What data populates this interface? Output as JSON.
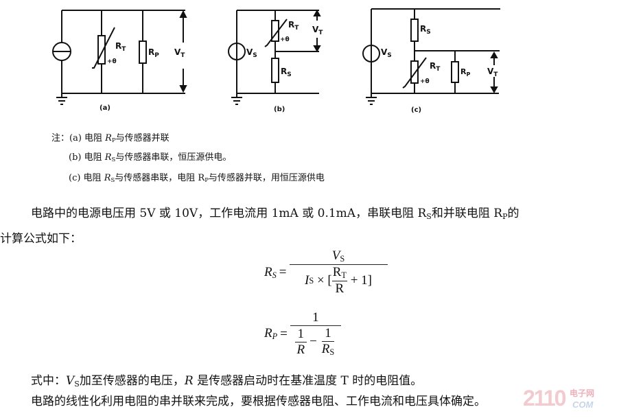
{
  "diagrams": {
    "a": {
      "caption": "(a)",
      "rt": "R",
      "rt_sub": "T",
      "theta": "+θ",
      "rp": "R",
      "rp_sub": "P",
      "vt": "V",
      "vt_sub": "T"
    },
    "b": {
      "caption": "(b)",
      "vs": "V",
      "vs_sub": "S",
      "rt": "R",
      "rt_sub": "T",
      "theta": "+θ",
      "rs": "R",
      "rs_sub": "S",
      "vt": "V",
      "vt_sub": "T"
    },
    "c": {
      "caption": "(c)",
      "vs": "V",
      "vs_sub": "S",
      "rs": "R",
      "rs_sub": "S",
      "rt": "R",
      "rt_sub": "T",
      "theta": "+θ",
      "rp": "R",
      "rp_sub": "P",
      "vt": "V",
      "vt_sub": "T"
    }
  },
  "notes": {
    "a_prefix": "注：(a) 电阻 ",
    "a_r": "R",
    "a_sub": "P",
    "a_rest": "与传感器并联",
    "b_prefix": "(b) 电阻 ",
    "b_r": "R",
    "b_sub": "S",
    "b_rest": "与传感器串联，恒压源供电。",
    "c_prefix": "(c) 电阻 ",
    "c_r": "R",
    "c_sub": "S",
    "c_mid": "与传感器串联，电阻 R",
    "c_sub2": "P",
    "c_rest": "与传感器并联，用恒压源供电"
  },
  "paragraph": {
    "line1_a": "电路中的电源电压用 5V 或 10V，工作电流用 1mA 或 0.1mA，串联电阻 R",
    "line1_sub1": "S",
    "line1_b": "和并联电阻 R",
    "line1_sub2": "P",
    "line1_c": "的",
    "line2": "计算公式如下："
  },
  "formulas": {
    "rs_lhs": "R",
    "rs_lhs_sub": "S",
    "eq": "=",
    "rs_num": "V",
    "rs_num_sub": "S",
    "rs_den_a": "I",
    "rs_den_a_sub": "S",
    "rs_den_b": " × [",
    "rs_inner_num": "R",
    "rs_inner_num_sub": "T",
    "rs_inner_den": "R",
    "rs_den_c": " + 1]",
    "rp_lhs": "R",
    "rp_lhs_sub": "P",
    "eq2": "=",
    "rp_num": "1",
    "rp_f1_num": "1",
    "rp_f1_den": "R",
    "minus": "−",
    "rp_f2_num": "1",
    "rp_f2_den": "R",
    "rp_f2_den_sub": "S"
  },
  "explanation": {
    "line1_a": "式中：",
    "line1_v": "V",
    "line1_sub": "S",
    "line1_b": "加至传感器的电压，",
    "line1_r": "R",
    "line1_c": " 是传感器启动时在基准温度 T 时的电阻值。",
    "line2": "电路的线性化利用电阻的串并联来完成，要根据传感器电阻、工作电流和电压具体确定。"
  },
  "watermark": {
    "number": "2110",
    "text": "电子网",
    "domain": "COM"
  }
}
